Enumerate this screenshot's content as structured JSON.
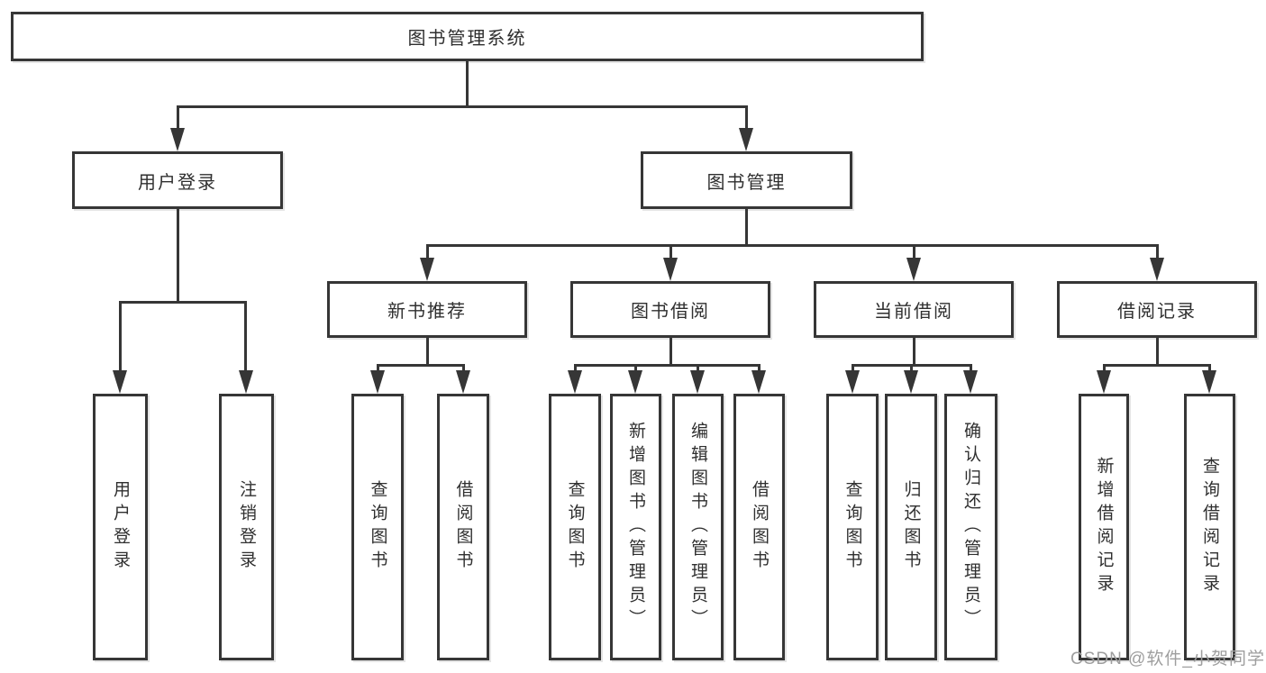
{
  "colors": {
    "background": "#ffffff",
    "line": "#363636",
    "box_border": "#363636",
    "text": "#2f2f2f",
    "watermark": "#9e9e9e"
  },
  "tree": {
    "root": {
      "label": "图书管理系统"
    },
    "branches": [
      {
        "label": "用户登录",
        "children": [
          {
            "label": "用户登录"
          },
          {
            "label": "注销登录"
          }
        ]
      },
      {
        "label": "图书管理",
        "children": [
          {
            "label": "新书推荐",
            "children": [
              {
                "label": "查询图书"
              },
              {
                "label": "借阅图书"
              }
            ]
          },
          {
            "label": "图书借阅",
            "children": [
              {
                "label": "查询图书"
              },
              {
                "label": "新增图书（管理员）"
              },
              {
                "label": "编辑图书（管理员）"
              },
              {
                "label": "借阅图书"
              }
            ]
          },
          {
            "label": "当前借阅",
            "children": [
              {
                "label": "查询图书"
              },
              {
                "label": "归还图书"
              },
              {
                "label": "确认归还（管理员）"
              }
            ]
          },
          {
            "label": "借阅记录",
            "children": [
              {
                "label": "新增借阅记录"
              },
              {
                "label": "查询借阅记录"
              }
            ]
          }
        ]
      }
    ]
  },
  "watermark": {
    "text": "CSDN @软件_小贺同学"
  }
}
